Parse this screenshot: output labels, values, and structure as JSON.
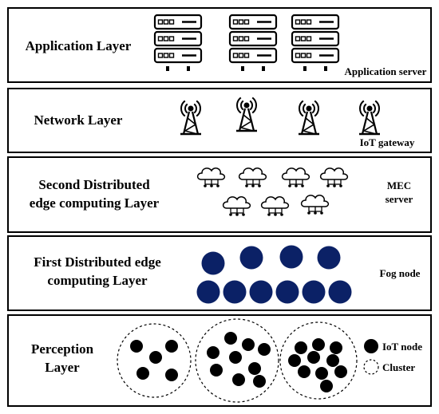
{
  "layers": [
    {
      "title_lines": [
        "Application Layer"
      ],
      "label_lines": [
        "Application server"
      ],
      "icon": "server-rack-icon"
    },
    {
      "title_lines": [
        "Network Layer"
      ],
      "label_lines": [
        "IoT gateway"
      ],
      "icon": "radio-tower-icon"
    },
    {
      "title_lines": [
        "Second Distributed",
        "edge computing Layer"
      ],
      "label_lines": [
        "MEC",
        "server"
      ],
      "icon": "cloud-server-icon"
    },
    {
      "title_lines": [
        "First Distributed edge",
        "computing Layer"
      ],
      "label_lines": [
        "Fog node"
      ],
      "icon": "fog-node-circle",
      "fog_color": "#0b2166"
    },
    {
      "title_lines": [
        "Perception",
        "Layer"
      ],
      "legend": [
        {
          "label": "IoT node",
          "icon": "iot-node-dot"
        },
        {
          "label": "Cluster",
          "icon": "cluster-dashed-circle"
        }
      ]
    }
  ]
}
